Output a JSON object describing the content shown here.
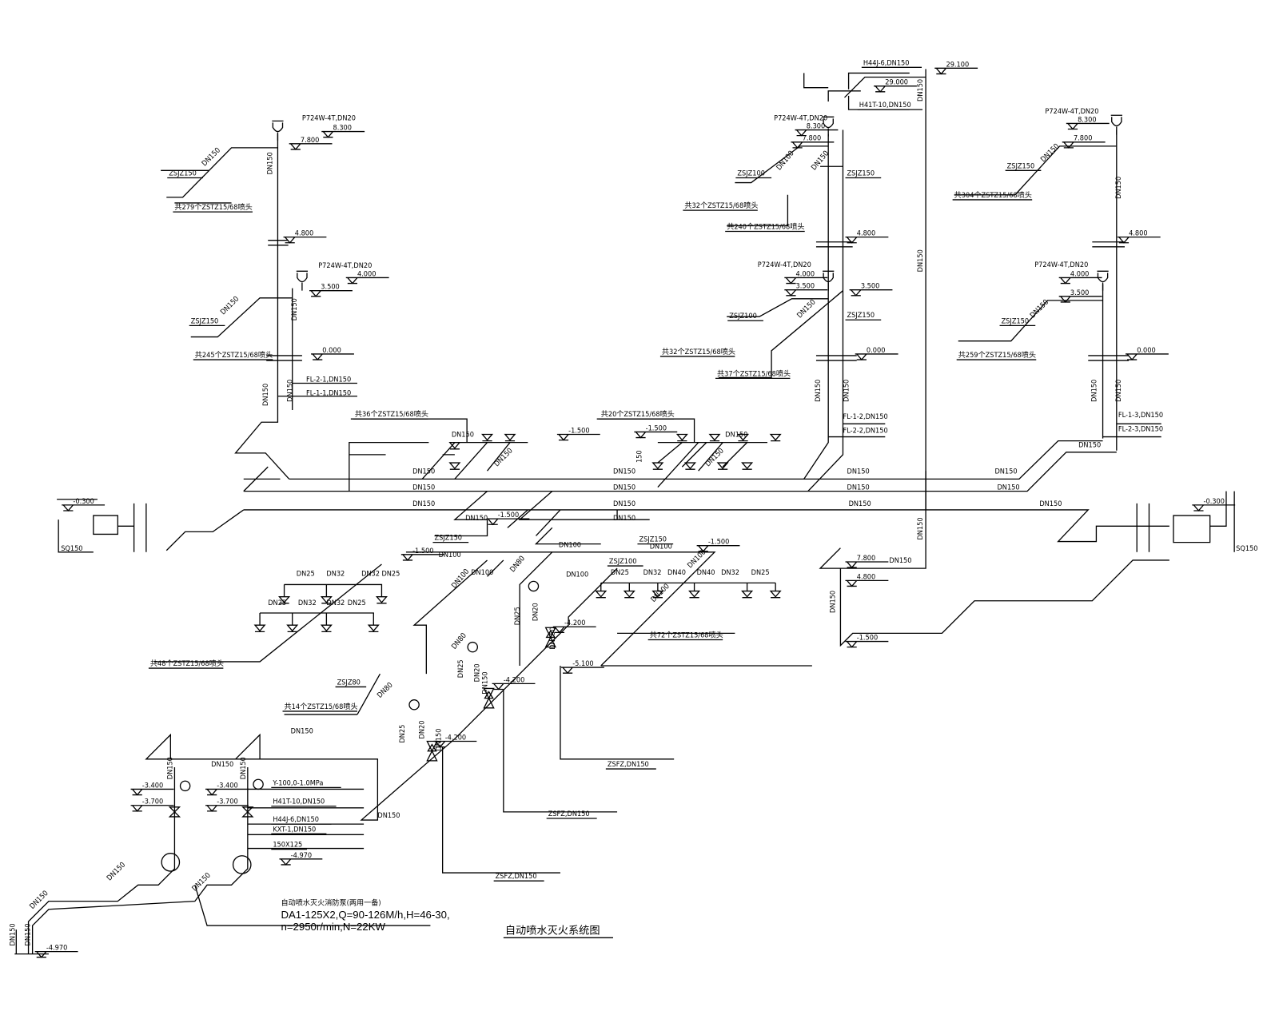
{
  "title": "自动喷水灭火系统图",
  "pump_note": {
    "name": "自动喷水灭火消防泵(两用一备)",
    "spec1": "DA1-125X2,Q=90-126M/h,H=46-30,",
    "spec2": "n=2950r/min,N=22KW"
  },
  "labels": [
    "P724W-4T,DN20",
    "8.300",
    "7.800",
    "ZSJZ150",
    "DN150",
    "DN150",
    "共279个ZSTZ15/68喷头",
    "4.800",
    "P724W-4T,DN20",
    "4.000",
    "3.500",
    "ZSJZ150",
    "DN150",
    "DN150",
    "共245个ZSTZ15/68喷头",
    "0.000",
    "FL-2-1,DN150",
    "FL-1-1,DN150",
    "DN150",
    "DN150",
    "DN150",
    "DN150",
    "DN150",
    "DN150",
    "DN150",
    "DN150",
    "DN150",
    "DN150",
    "DN150",
    "DN150",
    "DN150",
    "DN150",
    "共36个ZSTZ15/68喷头",
    "共20个ZSTZ15/68喷头",
    "-1.500",
    "-1.500",
    "DN150",
    "DN150",
    "DN150",
    "DN150",
    "150",
    "P724W-4T,DN20",
    "8.300",
    "7.800",
    "ZSJZ100",
    "DN100",
    "ZSJZ150",
    "DN150",
    "共32个ZSTZ15/68喷头",
    "共240个ZSTZ15/68喷头",
    "4.800",
    "P724W-4T,DN20",
    "4.000",
    "3.500",
    "3.500",
    "ZSJZ100",
    "DN150",
    "ZSJZ150",
    "共32个ZSTZ15/68喷头",
    "0.000",
    "共37个ZSTZ15/68喷头",
    "FL-1-2,DN150",
    "FL-2-2,DN150",
    "DN150",
    "DN150",
    "H44J-6,DN150",
    "29.100",
    "29.000",
    "H41T-10,DN150",
    "DN150",
    "DN150",
    "DN150",
    "P724W-4T,DN20",
    "8.300",
    "7.800",
    "ZSJZ150",
    "DN150",
    "共304个ZSTZ15/68喷头",
    "DN150",
    "4.800",
    "P724W-4T,DN20",
    "4.000",
    "3.500",
    "ZSJZ150",
    "DN150",
    "共259个ZSTZ15/68喷头",
    "0.000",
    "DN150",
    "DN150",
    "FL-1-3,DN150",
    "FL-2-3,DN150",
    "DN150",
    "7.800",
    "DN150",
    "4.800",
    "DN150",
    "-1.500",
    "-0.300",
    "SQ150",
    "-0.300",
    "SQ150",
    "DN150",
    "-1.500",
    "ZSJZ150",
    "-1.500",
    "DN100",
    "DN150",
    "ZSJZ150",
    "-1.500",
    "DN100",
    "DN100",
    "ZSJZ100",
    "DN100",
    "DN100",
    "DN80",
    "DN100",
    "DN25",
    "DN32",
    "DN32",
    "DN25",
    "DN25",
    "DN32",
    "DN32",
    "DN25",
    "DN25",
    "DN32",
    "DN40",
    "DN40",
    "DN32",
    "DN25",
    "DN100",
    "DN100",
    "共48个ZSTZ15/68喷头",
    "共72个ZSTZ15/68喷头",
    "-4.200",
    "-4.200",
    "-4.200",
    "-5.100",
    "ZSJZ80",
    "共14个ZSTZ15/68喷头",
    "DN80",
    "DN25",
    "DN20",
    "DN25",
    "DN20",
    "DN25",
    "DN20",
    "DN150",
    "DN150",
    "DN150",
    "DN80",
    "ZSFZ,DN150",
    "ZSFZ,DN150",
    "ZSFZ,DN150",
    "DN150",
    "DN150",
    "-3.400",
    "-3.400",
    "-3.700",
    "-3.700",
    "Y-100,0-1.0MPa",
    "H41T-10,DN150",
    "H44J-6,DN150",
    "KXT-1,DN150",
    "150X125",
    "-4.970",
    "DN150",
    "DN150",
    "DN150",
    "DN150",
    "DN150",
    "DN150",
    "-4.970",
    "DN150",
    "DN150"
  ]
}
